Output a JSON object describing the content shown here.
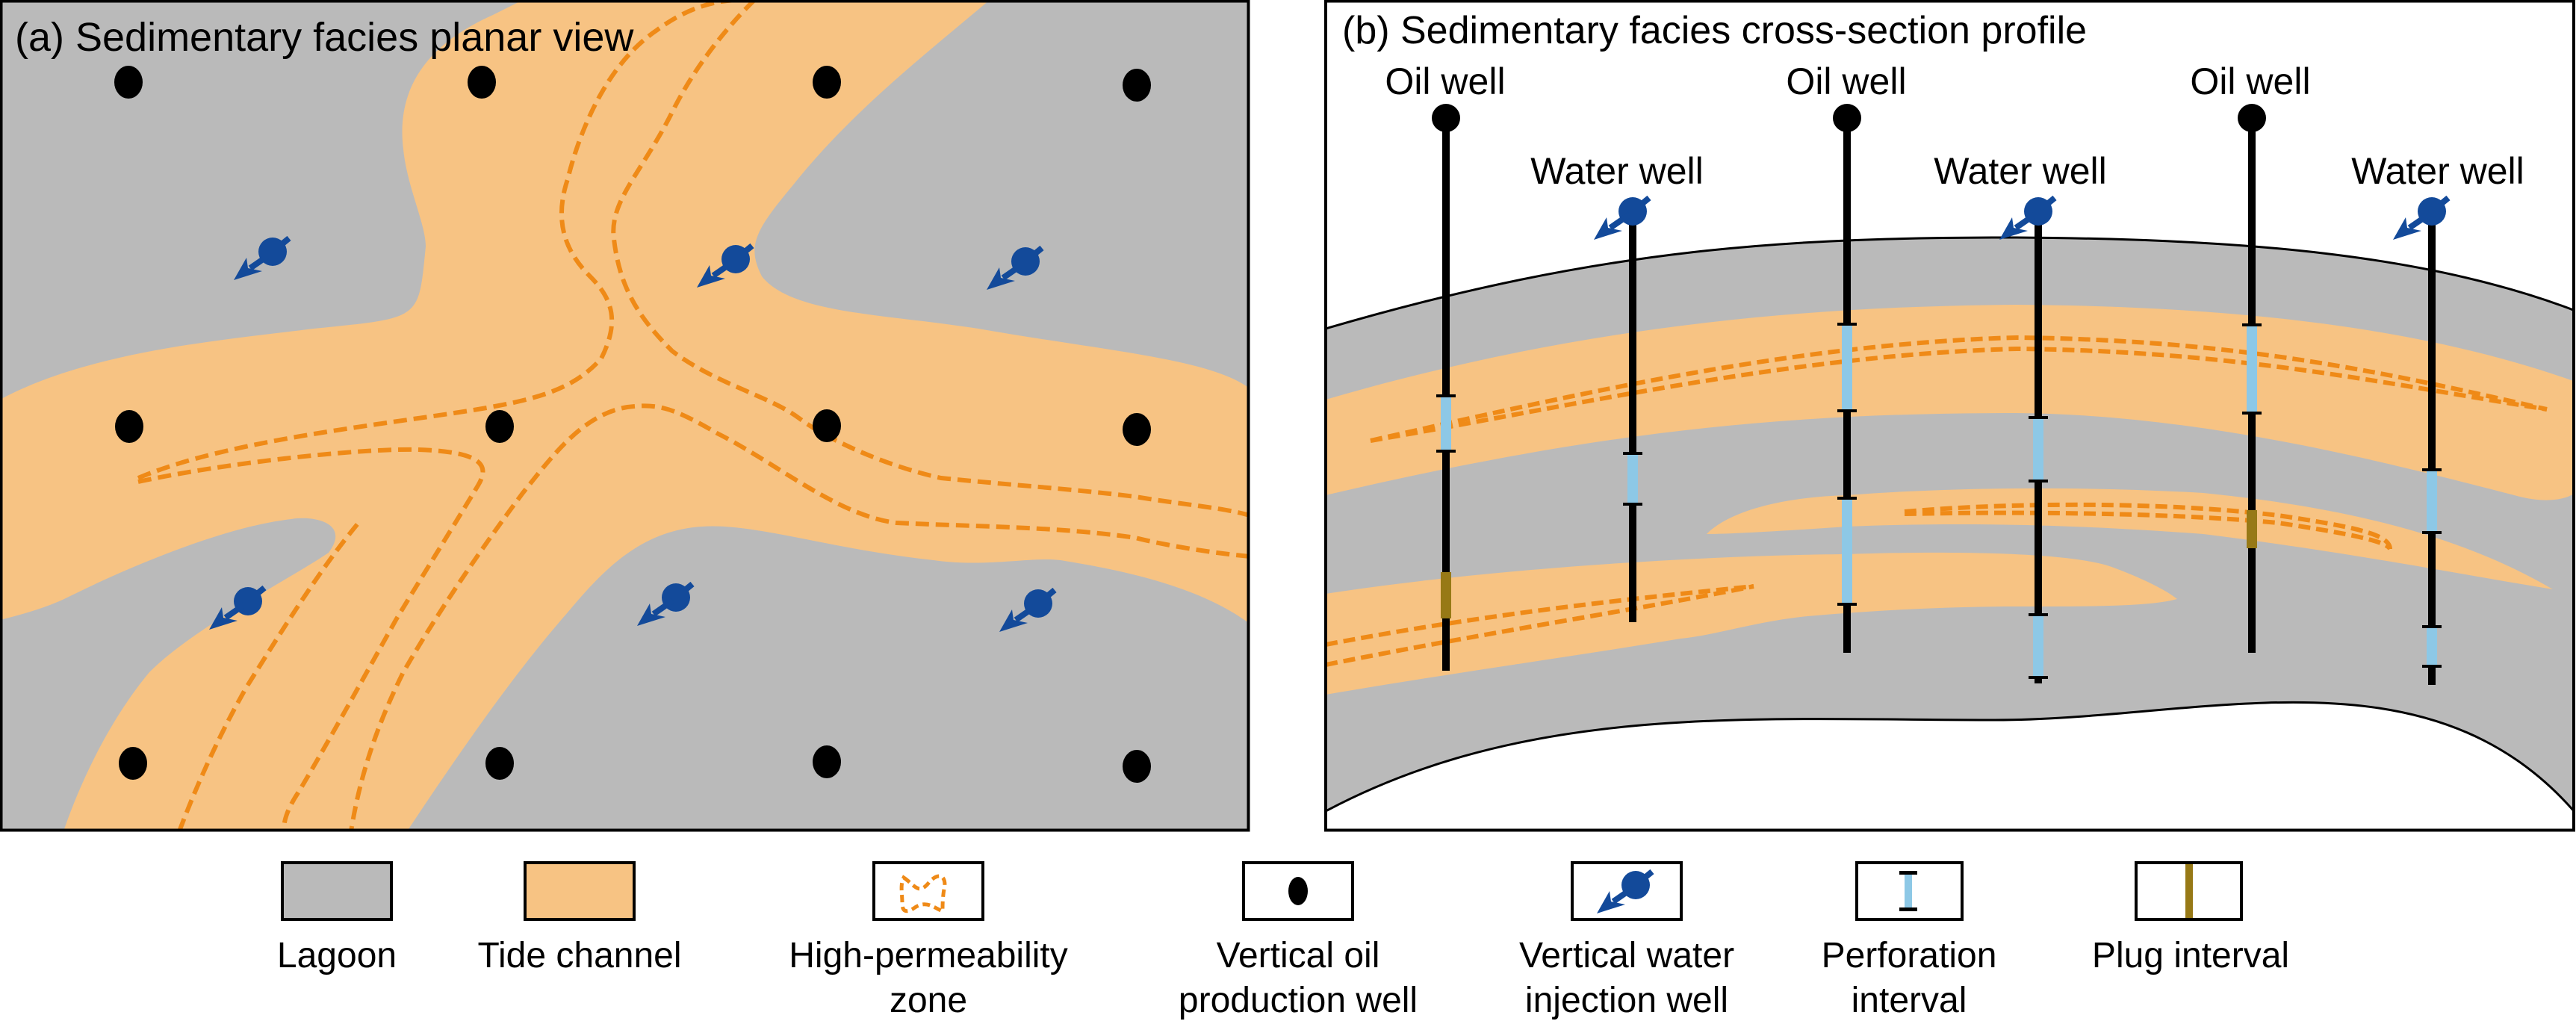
{
  "colors": {
    "lagoon": "#bababa",
    "tide_channel": "#f7c383",
    "high_perm_zone": "#ef8a17",
    "oil_well": "#000000",
    "water_well": "#134a9a",
    "perforation": "#8dc8e6",
    "plug": "#977916",
    "border": "#000000"
  },
  "panel_a": {
    "title": "(a) Sedimentary facies planar view",
    "oil_wells_count": 12,
    "water_injection_wells_count": 6
  },
  "panel_b": {
    "title": "(b) Sedimentary facies cross-section profile",
    "wells": [
      {
        "type": "oil",
        "label": "Oil well",
        "perforations": 1,
        "plugs": 1
      },
      {
        "type": "water",
        "label": "Water well",
        "perforations": 1,
        "plugs": 0
      },
      {
        "type": "oil",
        "label": "Oil well",
        "perforations": 2,
        "plugs": 0
      },
      {
        "type": "water",
        "label": "Water well",
        "perforations": 2,
        "plugs": 0
      },
      {
        "type": "oil",
        "label": "Oil well",
        "perforations": 1,
        "plugs": 1
      },
      {
        "type": "water",
        "label": "Water well",
        "perforations": 2,
        "plugs": 0
      }
    ]
  },
  "legend": [
    {
      "key": "lagoon",
      "icon": "gray-swatch",
      "lines": [
        "Lagoon"
      ]
    },
    {
      "key": "tide_channel",
      "icon": "orange-swatch",
      "lines": [
        "Tide channel"
      ]
    },
    {
      "key": "high_perm_zone",
      "icon": "dashed-orange-outline",
      "lines": [
        "High-permeability",
        "zone"
      ]
    },
    {
      "key": "oil_well",
      "icon": "black-dot",
      "lines": [
        "Vertical oil",
        "production well"
      ]
    },
    {
      "key": "water_well",
      "icon": "blue-injection-arrow",
      "lines": [
        "Vertical water",
        "injection well"
      ]
    },
    {
      "key": "perforation",
      "icon": "light-blue-interval",
      "lines": [
        "Perforation",
        "interval"
      ]
    },
    {
      "key": "plug",
      "icon": "brown-bar",
      "lines": [
        "Plug interval"
      ]
    }
  ]
}
